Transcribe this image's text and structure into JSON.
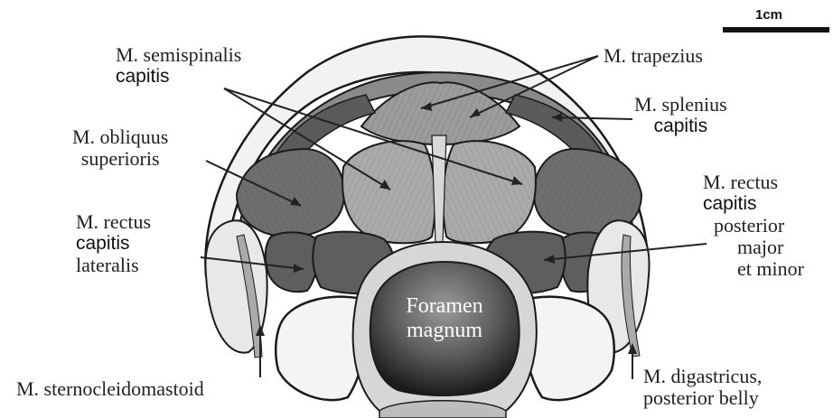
{
  "scale_bar": {
    "label": "1cm"
  },
  "foramen": {
    "line1": "Foramen",
    "line2": "magnum"
  },
  "labels": {
    "semispinalis": {
      "line1": "M. semispinalis",
      "line2": "capitis"
    },
    "trapezius": {
      "line1": "M. trapezius"
    },
    "splenius": {
      "line1": "M. splenius",
      "line2": "capitis"
    },
    "obliquus": {
      "line1": "M. obliquus",
      "line2": "superioris"
    },
    "rectus_major": {
      "line1": "M. rectus",
      "line2": "capitis",
      "line3": "posterior",
      "line4": "major",
      "line5": "et minor"
    },
    "rectus_lateralis": {
      "line1": "M. rectus",
      "line2": "capitis",
      "line3": "lateralis"
    },
    "sternocleidomastoid": {
      "line1": "M. sternocleidomastoid"
    },
    "digastricus": {
      "line1": "M. digastricus,",
      "line2": "posterior belly"
    }
  },
  "colors": {
    "outline": "#1a1a1a",
    "muscle_dark": "#6e6e6e",
    "muscle_light": "#a8a8a8",
    "bone": "#f2f2f2"
  }
}
